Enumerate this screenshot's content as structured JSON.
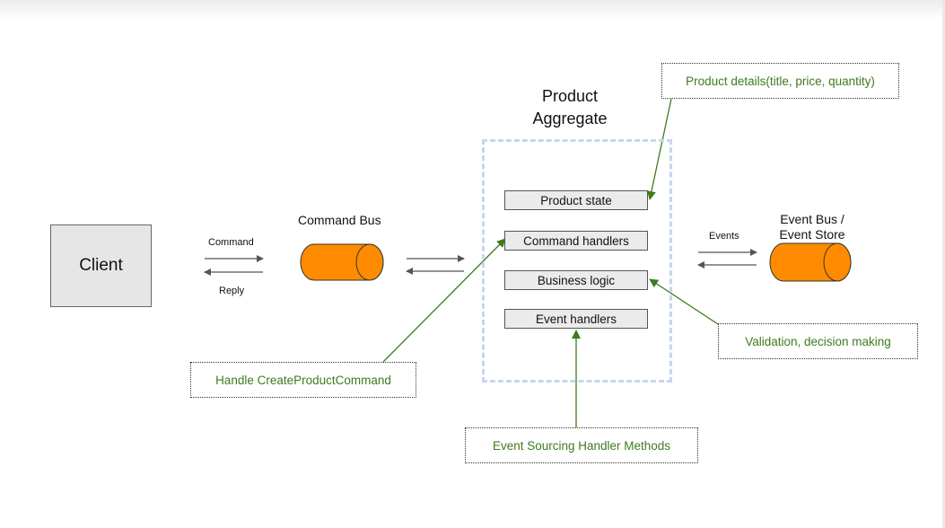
{
  "client": {
    "label": "Client"
  },
  "command_bus": {
    "label": "Command Bus"
  },
  "client_bus_arrows": {
    "command": "Command",
    "reply": "Reply"
  },
  "aggregate": {
    "title_line1": "Product",
    "title_line2": "Aggregate",
    "components": [
      {
        "label": "Product state"
      },
      {
        "label": "Command handlers"
      },
      {
        "label": "Business logic"
      },
      {
        "label": "Event handlers"
      }
    ]
  },
  "events_arrow": {
    "label": "Events"
  },
  "event_bus": {
    "label_line1": "Event Bus /",
    "label_line2": "Event Store"
  },
  "notes": {
    "product_details": "Product details(title, price, quantity)",
    "handle_command": "Handle CreateProductCommand",
    "validation": "Validation, decision making",
    "event_sourcing": "Event Sourcing Handler Methods"
  },
  "colors": {
    "cylinder_fill": "#ff8c00",
    "note_text": "#3f7a1f",
    "note_arrow": "#3f7a1f",
    "aggregate_border": "#c7d6ef",
    "component_fill": "#ebebeb",
    "client_fill": "#e6e6e6"
  }
}
